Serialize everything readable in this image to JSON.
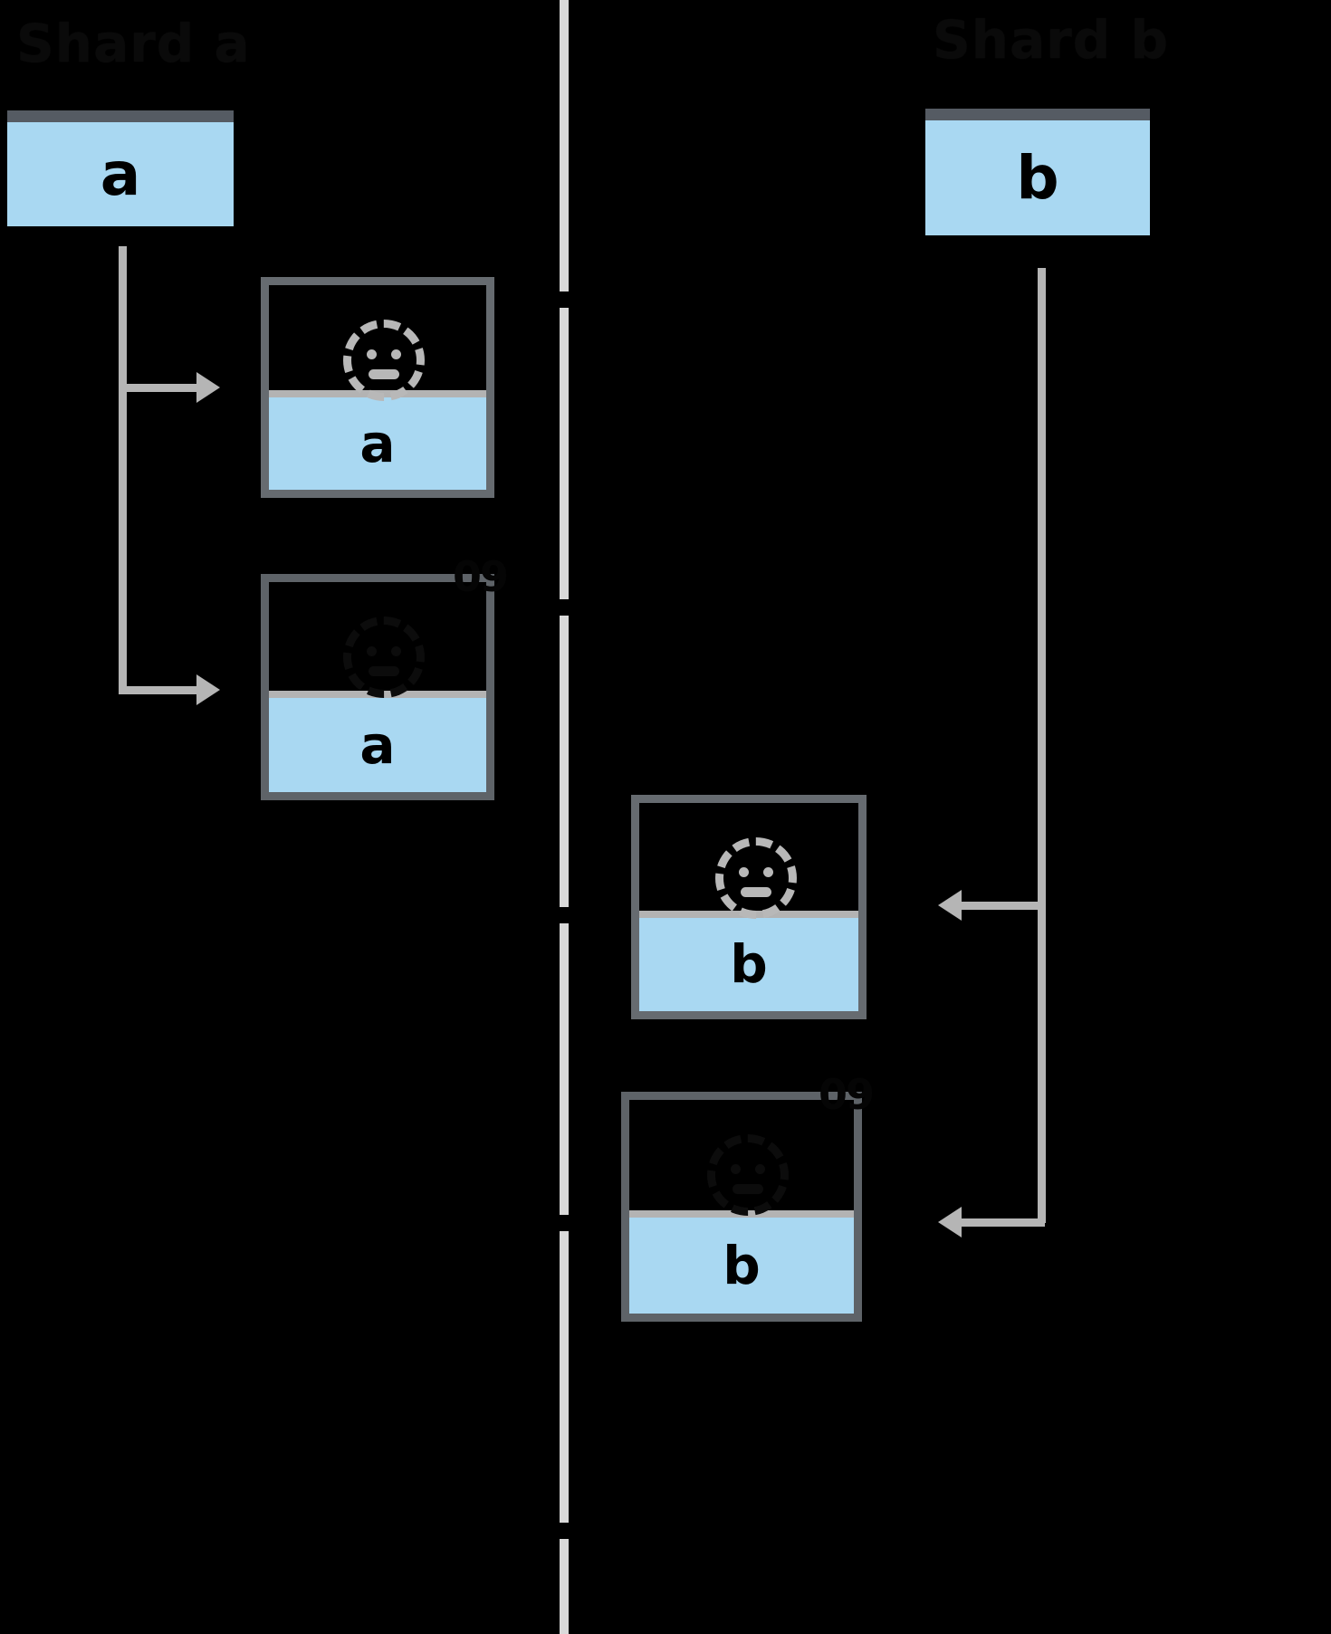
{
  "meta": {
    "background_color": "#000000",
    "accent_color": "#a9d8f2",
    "stroke_color": "#b5b5b5",
    "card_border_color": "#666b70",
    "divider_color": "#d9d9d9"
  },
  "columns": [
    {
      "id": "left",
      "title": "Shard a",
      "source": {
        "label": "a"
      },
      "cards": [
        {
          "label": "a",
          "icon": "dotted-face-icon",
          "badge": ""
        },
        {
          "label": "a",
          "icon": "dotted-face-icon",
          "badge": "09"
        }
      ]
    },
    {
      "id": "right",
      "title": "Shard b",
      "source": {
        "label": "b"
      },
      "cards": [
        {
          "label": "b",
          "icon": "dotted-face-icon",
          "badge": ""
        },
        {
          "label": "b",
          "icon": "dotted-face-icon",
          "badge": "09"
        }
      ]
    }
  ],
  "connectors": [
    {
      "name": "left-source-to-card-1",
      "direction": "right"
    },
    {
      "name": "left-source-to-card-2",
      "direction": "right"
    },
    {
      "name": "right-source-to-card-1",
      "direction": "left"
    },
    {
      "name": "right-source-to-card-2",
      "direction": "left"
    }
  ]
}
